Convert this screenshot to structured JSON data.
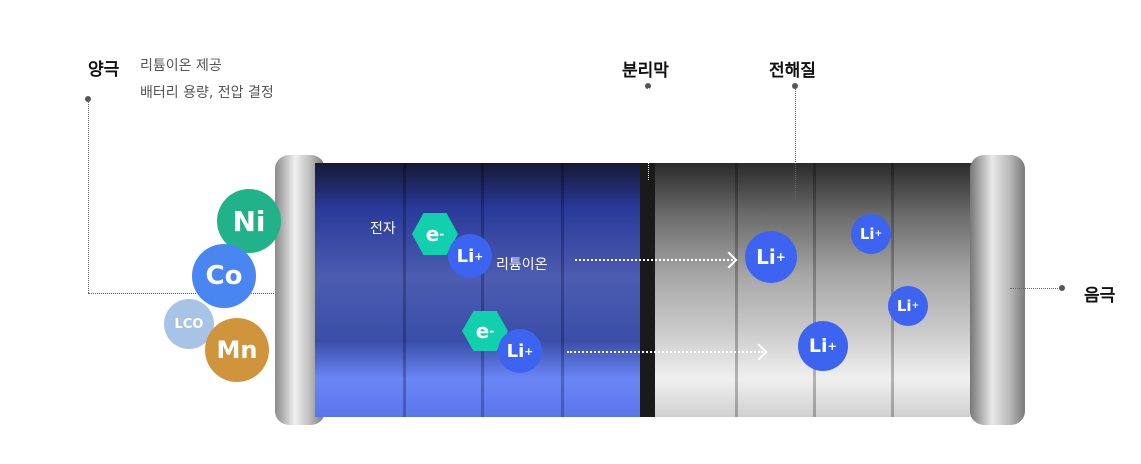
{
  "cathode": {
    "title": "양극",
    "desc1": "리튬이온 제공",
    "desc2": "배터리 용량, 전압 결정"
  },
  "separator": {
    "title": "분리막"
  },
  "electrolyte": {
    "title": "전해질"
  },
  "anode": {
    "title": "음극"
  },
  "materials": [
    "Ni",
    "Co",
    "LCO",
    "Mn"
  ],
  "electron_label": "전자",
  "lithium_ion_label": "리튬이온",
  "electron_symbol": "e",
  "electron_sup": "-",
  "li_symbol": "Li",
  "li_sup": "+",
  "colors": {
    "ni": "#22b28a",
    "co": "#4a86f2",
    "lco": "#a9c3e6",
    "mn": "#d0953c",
    "electron": "#12cfae",
    "li": "#3c64f0"
  }
}
